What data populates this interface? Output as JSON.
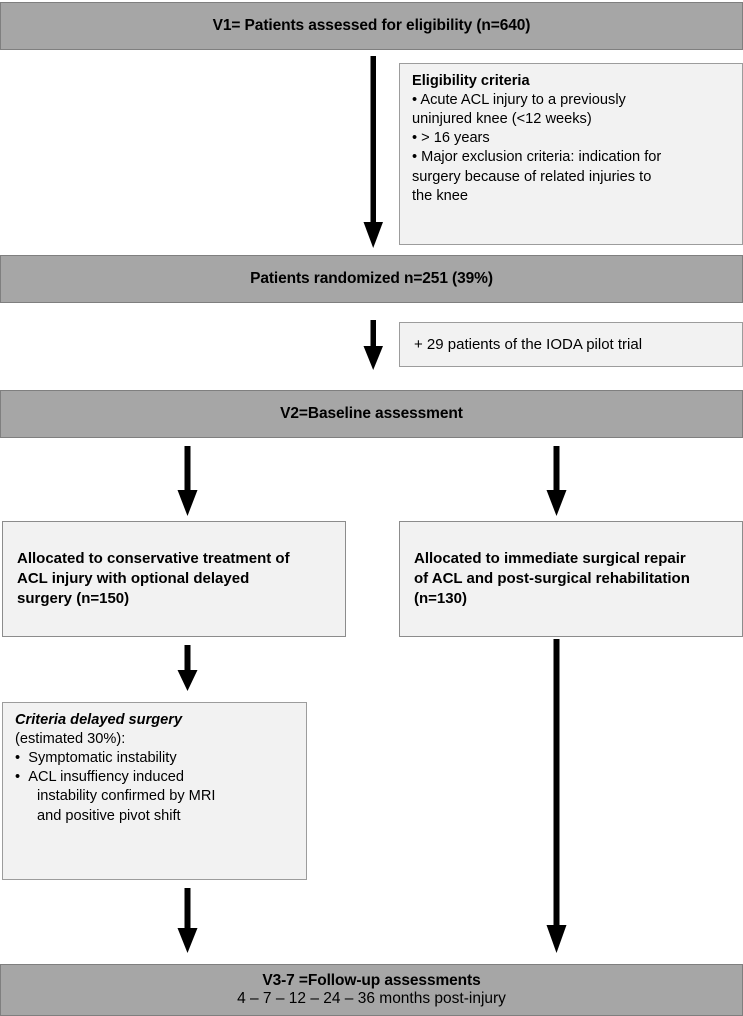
{
  "diagram": {
    "title": "IODA trial flow diagram",
    "colors": {
      "stage_bar_fill": "#a6a6a6",
      "stage_bar_border": "#7f7f7f",
      "note_fill": "#f2f2f2",
      "note_border": "#9c9c9c",
      "arrow": "#000000",
      "text": "#000000"
    },
    "stages": {
      "v1": {
        "label": "V1= Patients assessed for eligibility (n=640)"
      },
      "randomized": {
        "label": "Patients randomized n=251 (39%)"
      },
      "v2": {
        "label": "V2=Baseline assessment"
      },
      "followup": {
        "line1": "V3-7 =Follow-up assessments",
        "line2": "4 – 7 – 12 – 24 – 36 months post-injury"
      }
    },
    "eligibility": {
      "title": "Eligibility criteria",
      "items": [
        "• Acute ACL injury  to a previously uninjured knee (<12 weeks)",
        "• > 16 years",
        "• Major exclusion criteria: indication for surgery because of related injuries to the knee"
      ],
      "item_lines": {
        "item1_line1": "• Acute ACL injury  to a previously",
        "item1_line2": "uninjured knee (<12 weeks)",
        "item2_line1": "• > 16 years",
        "item3_line1": "• Major exclusion criteria: indication for",
        "item3_line2": "surgery because of related injuries to",
        "item3_line3": "the knee"
      }
    },
    "pilot_note": {
      "label": "+ 29 patients of the IODA pilot trial"
    },
    "allocation": {
      "conservative": {
        "line1": "Allocated to conservative treatment of",
        "line2": "ACL injury with optional delayed",
        "line3": "surgery (n=150)",
        "n": "150"
      },
      "surgical": {
        "line1": "Allocated to immediate surgical repair",
        "line2": "of ACL and post-surgical rehabilitation",
        "line3": "(n=130)",
        "n": "130"
      }
    },
    "criteria_delayed": {
      "title": "Criteria delayed surgery",
      "subtitle": "(estimated 30%):",
      "bullets": [
        "Symptomatic instability",
        "ACL insuffiency induced instability confirmed by MRI and positive pivot shift"
      ],
      "bullet_lines": {
        "b1": "Symptomatic instability",
        "b2_line1": "ACL insuffiency induced",
        "b2_line2": "instability confirmed by MRI",
        "b2_line3": "and positive pivot shift"
      }
    },
    "arrows": {
      "v1_to_randomized": "down-arrow",
      "randomized_to_v2": "down-arrow",
      "v2_to_conservative": "down-arrow",
      "v2_to_surgical": "down-arrow",
      "conservative_to_criteria": "down-arrow",
      "criteria_to_followup": "down-arrow",
      "surgical_to_followup": "down-arrow"
    }
  }
}
